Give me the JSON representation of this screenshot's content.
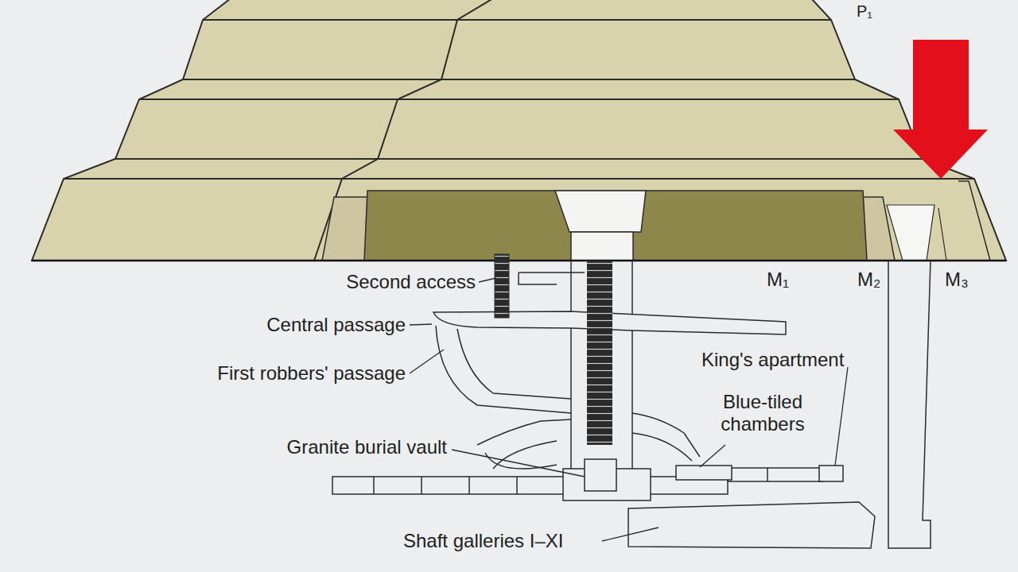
{
  "diagram": {
    "labels": [
      "P₁",
      "Second access",
      "Central passage",
      "First robbers' passage",
      "King's apartment",
      "Blue-tiled chambers",
      "Granite burial vault",
      "Shaft galleries I–XI",
      "M₁",
      "M₂",
      "M₃"
    ]
  }
}
